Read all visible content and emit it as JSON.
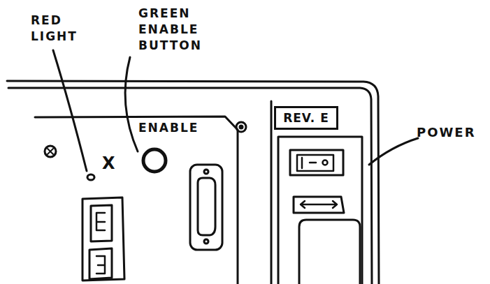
{
  "diagram": {
    "nodes": [
      {
        "text": [
          "REV. E"
        ]
      }
    ],
    "labels": [
      "RED LIGHT",
      "GREEN ENABLE BUTTON",
      "ENABLE",
      "X",
      "POWER"
    ]
  }
}
